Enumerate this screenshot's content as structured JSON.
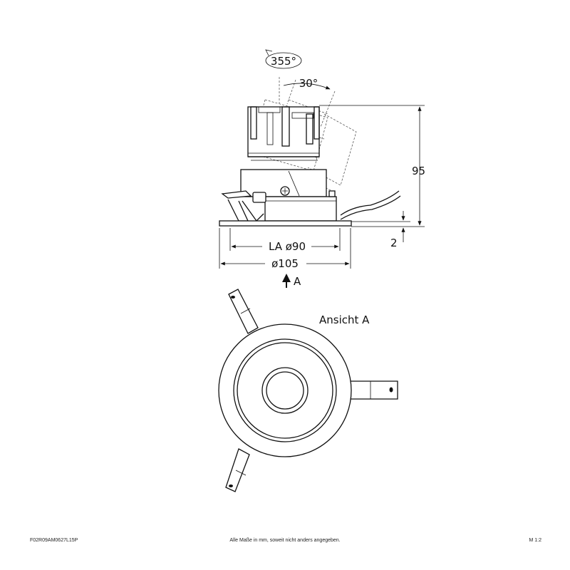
{
  "drawing": {
    "rotation_label": "355°",
    "tilt_label": "30°",
    "height_label": "95",
    "flange_label": "2",
    "cutout_label": "LA ø90",
    "diameter_label": "ø105",
    "view_arrow_label": "A",
    "view_title": "Ansicht A"
  },
  "footer": {
    "article_number": "F02R09AM0627L15P",
    "note": "Alle Maße in mm, soweit nicht anders angegeben.",
    "scale": "M 1:2"
  }
}
